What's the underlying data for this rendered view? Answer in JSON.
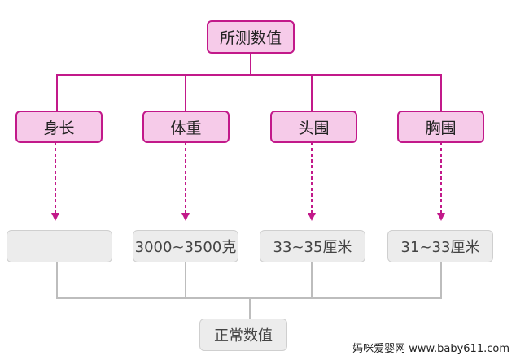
{
  "diagram": {
    "root": "所测数值",
    "measures": [
      {
        "label": "身长",
        "normal": ""
      },
      {
        "label": "体重",
        "normal": "3000~3500克"
      },
      {
        "label": "头围",
        "normal": "33~35厘米"
      },
      {
        "label": "胸围",
        "normal": "31~33厘米"
      }
    ],
    "result": "正常数值"
  },
  "colors": {
    "pink_fill": "#f6cbe9",
    "pink_border": "#c2198a",
    "grey_fill": "#ececec",
    "grey_border": "#cfcfcf"
  },
  "watermark": "妈咪爱婴网 www.baby611.com"
}
